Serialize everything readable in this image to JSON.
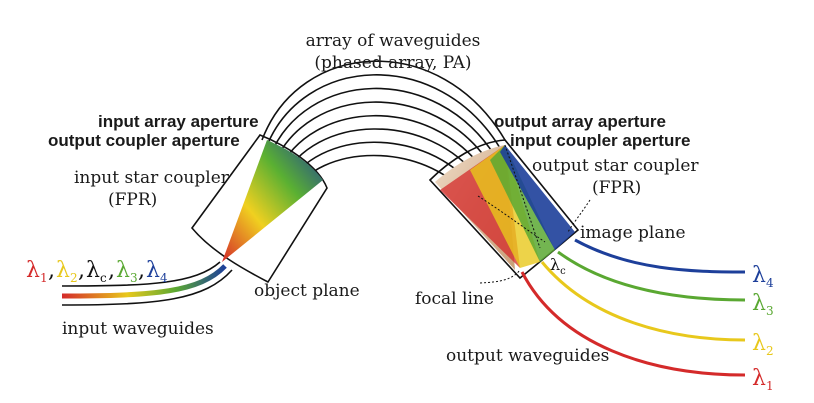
{
  "labels": {
    "array_title_1": "array of waveguides",
    "array_title_2": "(phased array, PA)",
    "input_array_aperture": "input array aperture",
    "output_coupler_aperture": "output coupler aperture",
    "input_star_coupler": "input star coupler",
    "input_fpr": "(FPR)",
    "object_plane": "object plane",
    "input_waveguides": "input waveguides",
    "output_array_aperture": "output array aperture",
    "input_coupler_aperture": "input coupler aperture",
    "output_star_coupler": "output star coupler",
    "output_fpr": "(FPR)",
    "image_plane": "image plane",
    "focal_line": "focal line",
    "output_waveguides": "output waveguides"
  },
  "wavelengths": {
    "l1": {
      "symbol": "λ",
      "sub": "1",
      "color": "#d42a2a"
    },
    "l2": {
      "symbol": "λ",
      "sub": "2",
      "color": "#e8c81c"
    },
    "lc": {
      "symbol": "λ",
      "sub": "c",
      "color": "#111111"
    },
    "l3": {
      "symbol": "λ",
      "sub": "3",
      "color": "#5aa832"
    },
    "l4": {
      "symbol": "λ",
      "sub": "4",
      "color": "#1d3f9a"
    }
  },
  "separator": ","
}
